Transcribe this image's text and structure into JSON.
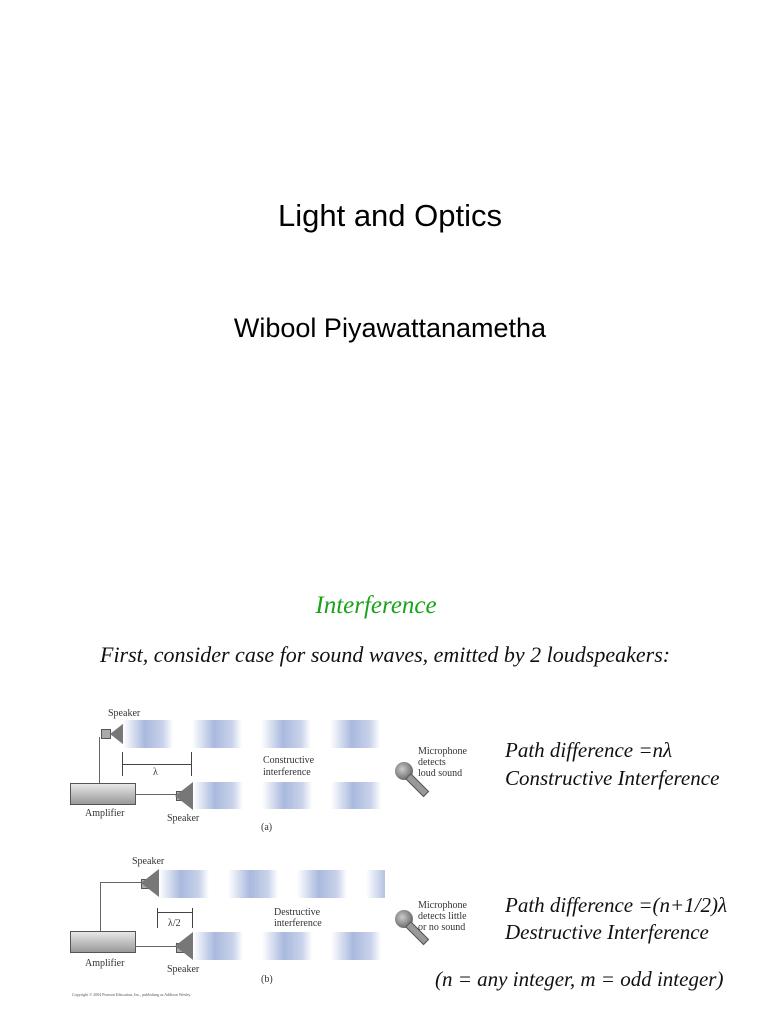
{
  "slide1": {
    "title": "Light and Optics",
    "author": "Wibool Piyawattanametha"
  },
  "slide2": {
    "heading": "Interference",
    "heading_color": "#1aa31a",
    "intro": "First, consider case for sound waves, emitted by 2 loudspeakers:",
    "figure_a": {
      "speaker_top": "Speaker",
      "speaker_bottom": "Speaker",
      "amplifier": "Amplifier",
      "wavelength": "λ",
      "center_1": "Constructive",
      "center_2": "interference",
      "mic_1": "Microphone",
      "mic_2": "detects",
      "mic_3": "loud sound",
      "caption": "(a)"
    },
    "figure_b": {
      "speaker_top": "Speaker",
      "speaker_bottom": "Speaker",
      "amplifier": "Amplifier",
      "wavelength": "λ/2",
      "center_1": "Destructive",
      "center_2": "interference",
      "mic_1": "Microphone",
      "mic_2": "detects little",
      "mic_3": "or no sound",
      "caption": "(b)"
    },
    "copyright": "Copyright © 2004 Pearson Education, Inc., publishing as Addison Wesley.",
    "constructive_eq": "Path difference =nλ",
    "constructive_label": "Constructive Interference",
    "destructive_eq": "Path difference =(n+1/2)λ",
    "destructive_label": "Destructive Interference",
    "note": "(n = any integer, m = odd integer)"
  }
}
